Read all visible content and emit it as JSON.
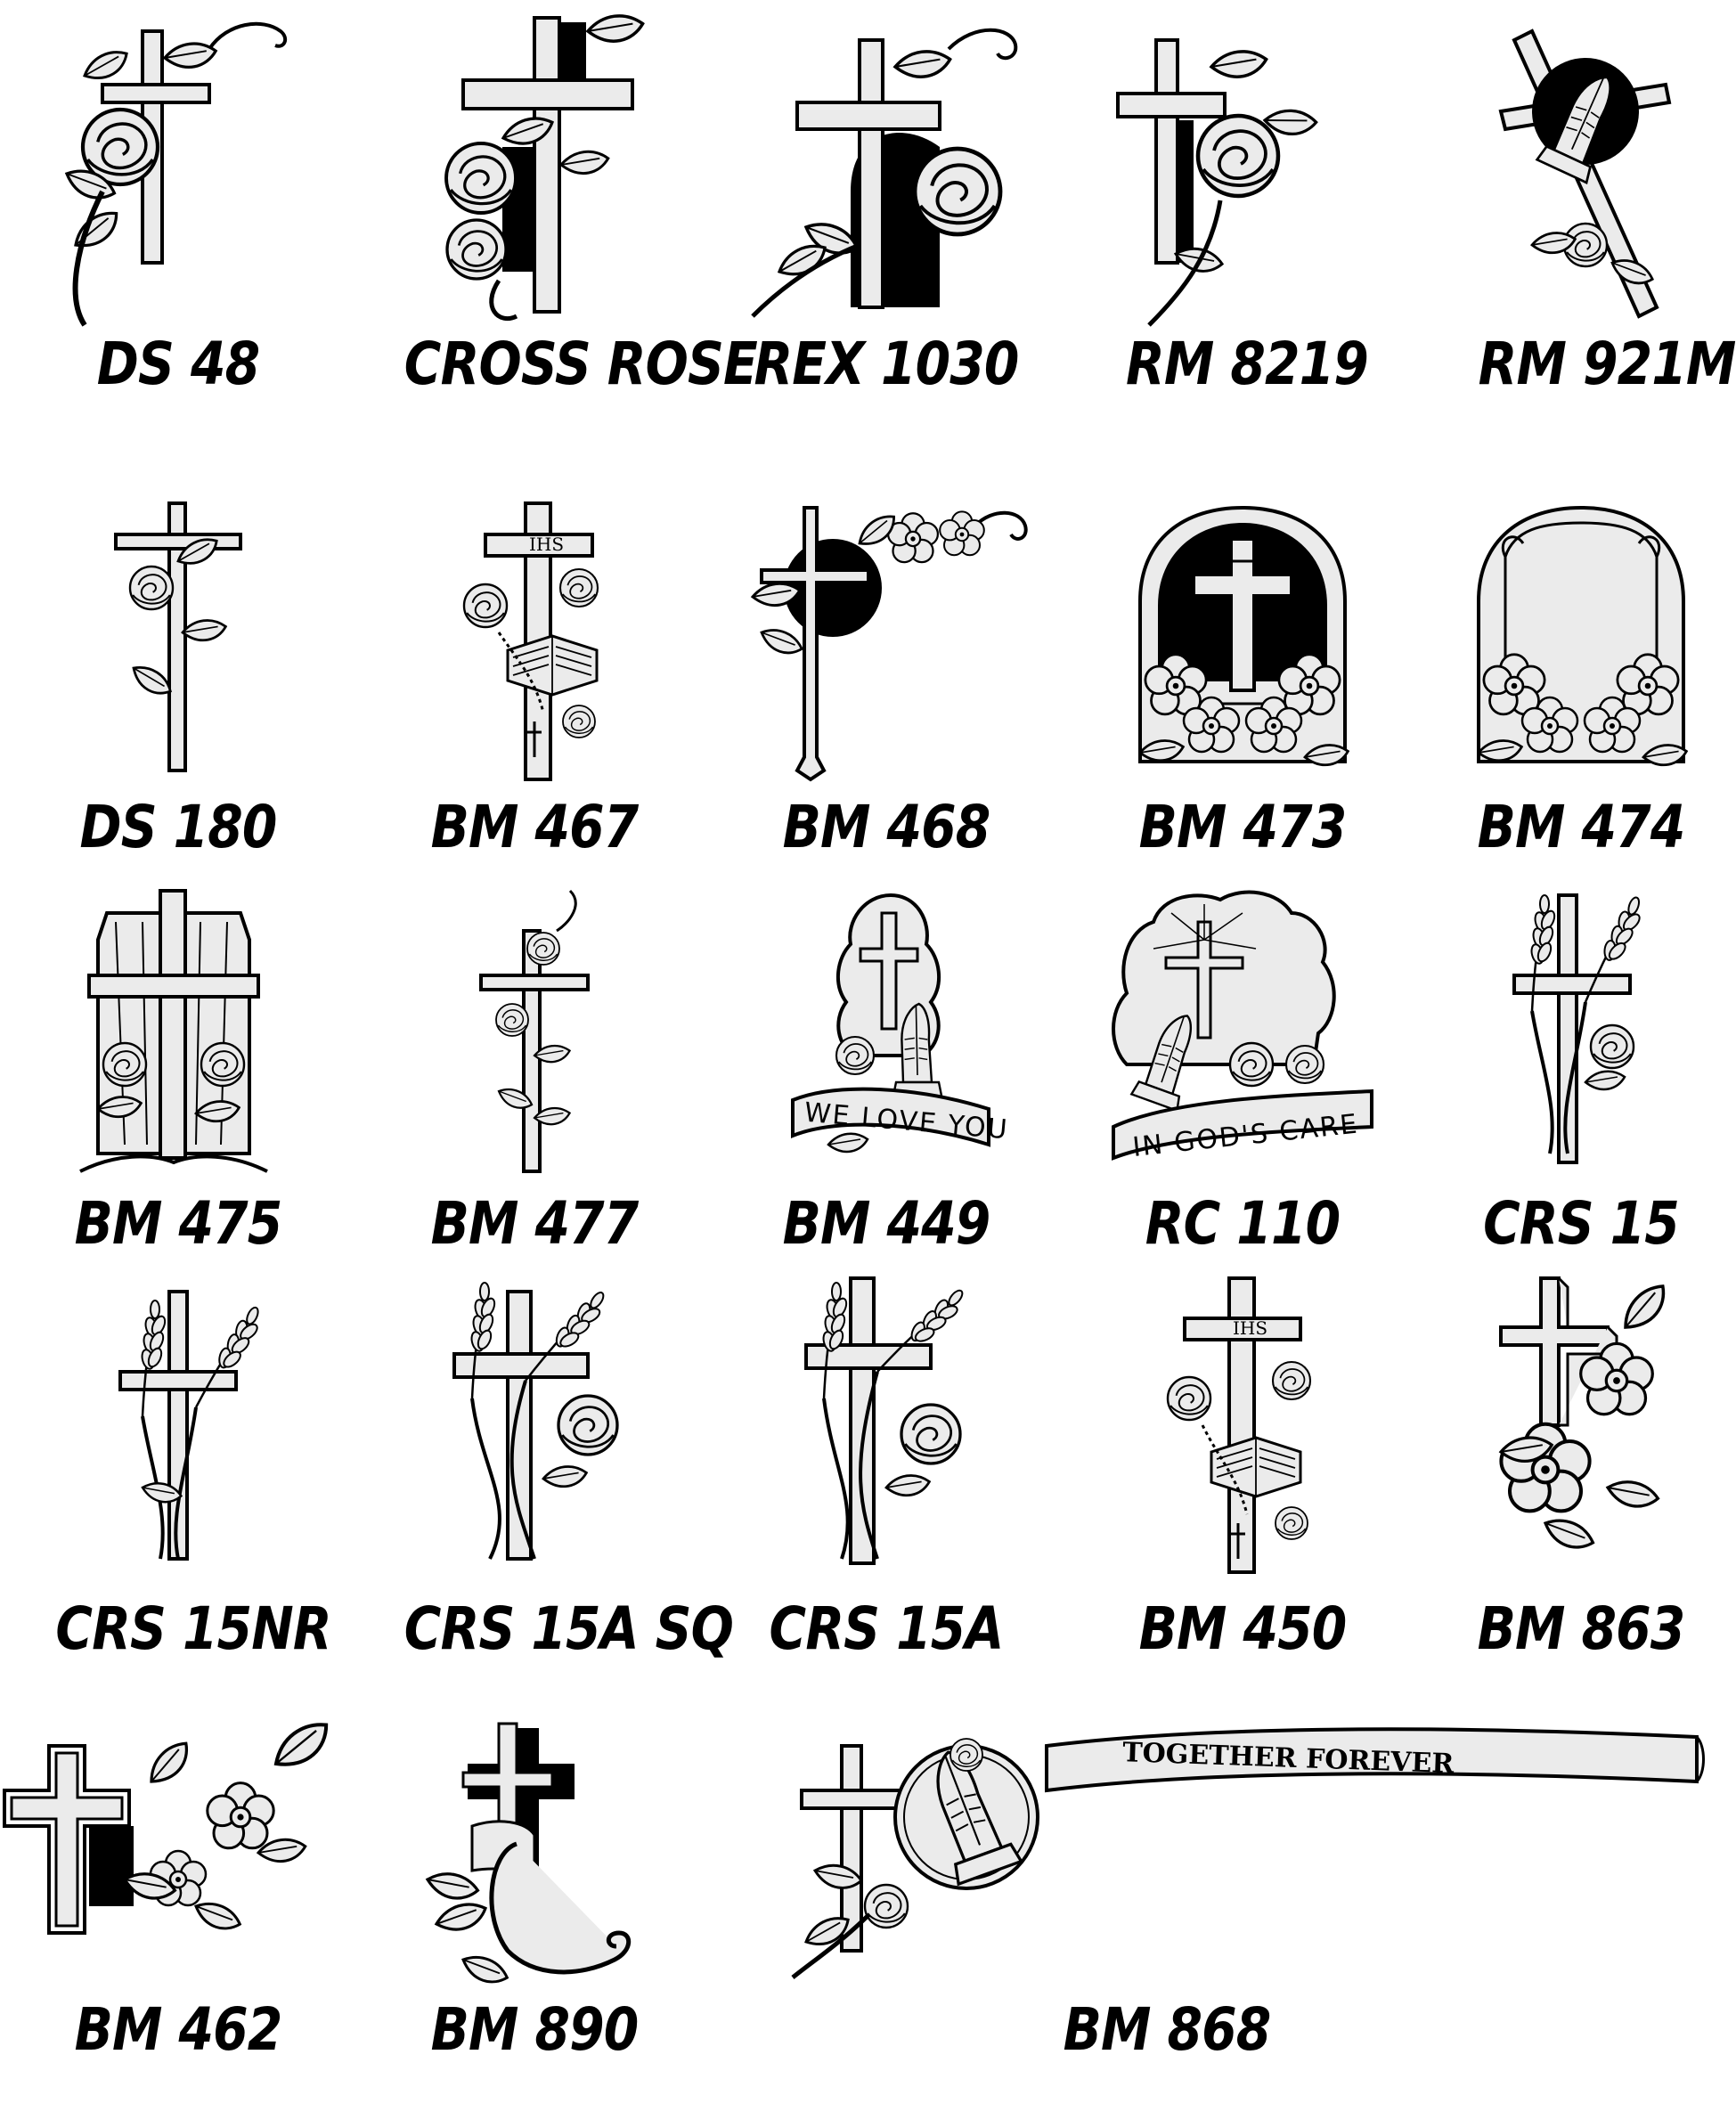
{
  "designs": [
    {
      "code": "DS 48"
    },
    {
      "code": "CROSS ROSE"
    },
    {
      "code": "REX 1030"
    },
    {
      "code": "RM 8219"
    },
    {
      "code": "RM 921M"
    },
    {
      "code": "DS 180"
    },
    {
      "code": "BM 467",
      "inscription": "IHS"
    },
    {
      "code": "BM 468"
    },
    {
      "code": "BM 473"
    },
    {
      "code": "BM 474"
    },
    {
      "code": "BM 475"
    },
    {
      "code": "BM 477"
    },
    {
      "code": "BM 449",
      "inscription": "WE LOVE YOU"
    },
    {
      "code": "RC 110",
      "inscription": "IN GOD'S CARE"
    },
    {
      "code": "CRS 15"
    },
    {
      "code": "CRS 15NR"
    },
    {
      "code": "CRS 15A SQ"
    },
    {
      "code": "CRS 15A"
    },
    {
      "code": "BM 450",
      "inscription": "IHS"
    },
    {
      "code": "BM 863"
    },
    {
      "code": "BM 462"
    },
    {
      "code": "BM 890"
    },
    {
      "code": "BM 868",
      "inscription": "TOGETHER FOREVER"
    }
  ],
  "colors": {
    "ink": "#000000",
    "fill": "#ebebeb",
    "paper": "#ffffff"
  }
}
